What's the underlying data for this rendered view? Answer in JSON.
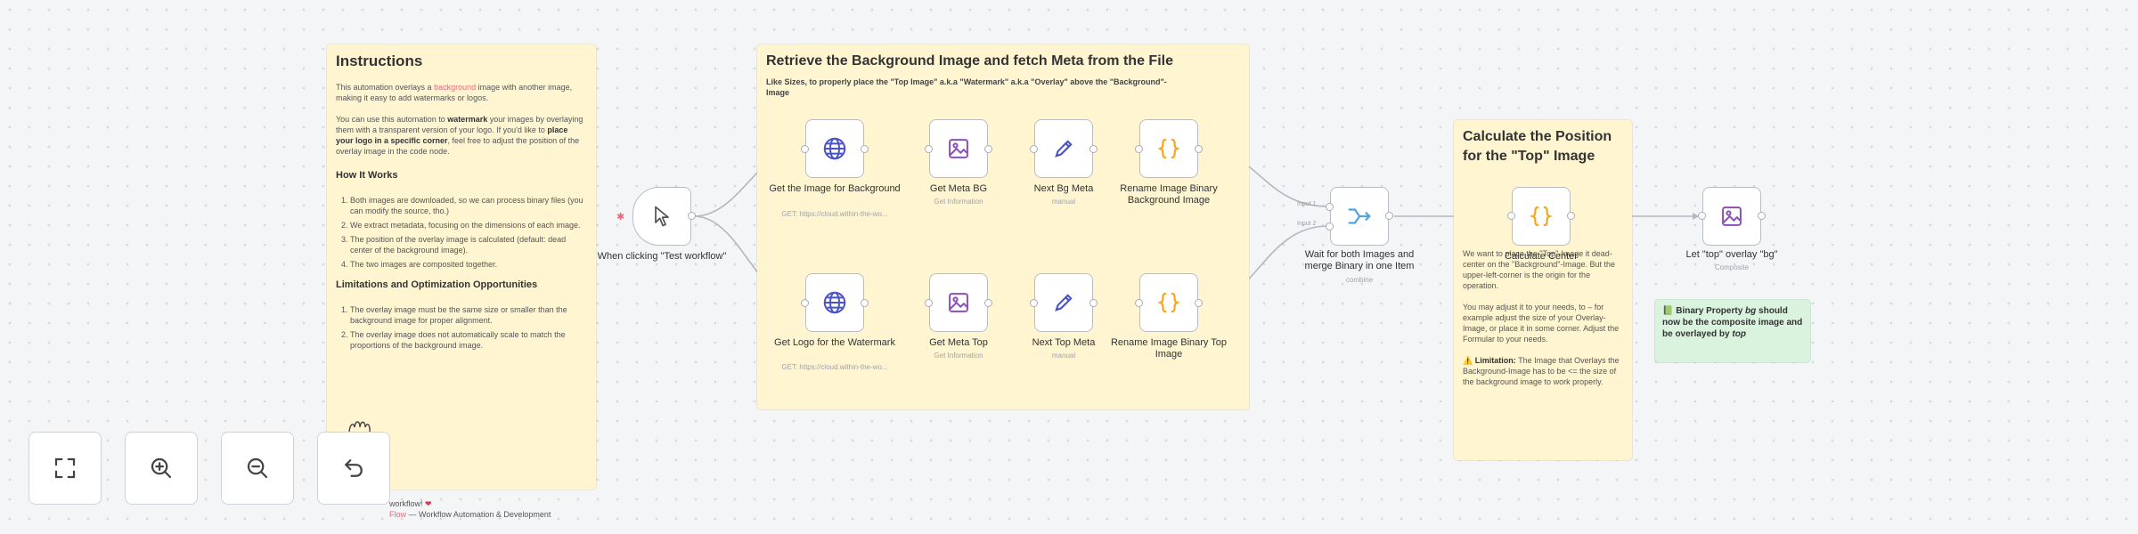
{
  "instructions": {
    "title": "Instructions",
    "p1_a": "This automation overlays a ",
    "p1_link": "background",
    "p1_b": " image with another image, making it easy to add watermarks or logos.",
    "p2_a": "You can use this automation to ",
    "p2_bold1": "watermark",
    "p2_b": " your images by overlaying them with a transparent version of your logo. If you'd like to ",
    "p2_bold2": "place your logo in a specific corner",
    "p2_c": ", feel free to adjust the position of the overlay image in the code node.",
    "how_title": "How It Works",
    "how_items": [
      "Both images are downloaded, so we can process binary files (you can modify the source, tho.)",
      "We extract metadata, focusing on the dimensions of each image.",
      "The position of the overlay image is calculated (default: dead center of the background image).",
      "The two images are composited together."
    ],
    "lim_title": "Limitations and Optimization Opportunities",
    "lim_items": [
      "The overlay image must be the same size or smaller than the background image for proper alignment.",
      "The overlay image does not automatically scale to match the proportions of the background image."
    ],
    "footer_a": "workflow! ",
    "footer_heart": "❤",
    "footer_link": "Flow",
    "footer_b": " — Workflow Automation & Development"
  },
  "retrieve": {
    "title": "Retrieve the Background Image and fetch Meta from the File",
    "subtitle": "Like Sizes, to properly place the \"Top Image\" a.k.a \"Watermark\" a.k.a \"Overlay\" above the \"Background\"-Image"
  },
  "calc": {
    "title": "Calculate the Position for the \"Top\" Image",
    "p1": "We want to place the \"Top\"-Image it dead-center on the \"Background\"-Image. But the upper-left-corner is the origin for the operation.",
    "p2": "You may adjust it to your needs, to – for example adjust the size of your Overlay-Image, or place it in some corner. Adjust the Formular to your needs.",
    "lim_icon": "⚠️",
    "lim_label": "Limitation:",
    "lim_text": " The Image that Overlays the Background-Image has to be <= the size of the background image to work properly."
  },
  "note": {
    "icon": "📗",
    "text_a": "Binary Property ",
    "text_em": "bg",
    "text_b": " should now be the composite image and be overlayed by ",
    "text_em2": "top"
  },
  "nodes": {
    "trigger": {
      "label": "When clicking \"Test workflow\"",
      "icon": "cursor-icon"
    },
    "get_bg": {
      "label": "Get the Image for Background",
      "sub": "GET: https://cloud.within-the-wo...",
      "icon": "globe-icon"
    },
    "meta_bg": {
      "label": "Get Meta BG",
      "sub": "Get Information",
      "icon": "image-icon"
    },
    "next_bg": {
      "label": "Next Bg Meta",
      "sub": "manual",
      "icon": "pencil-icon"
    },
    "rename_bg": {
      "label": "Rename Image Binary Background Image",
      "icon": "code-braces-icon"
    },
    "get_logo": {
      "label": "Get Logo for the Watermark",
      "sub": "GET: https://cloud.within-the-wo...",
      "icon": "globe-icon"
    },
    "meta_top": {
      "label": "Get Meta Top",
      "sub": "Get Information",
      "icon": "image-icon"
    },
    "next_top": {
      "label": "Next Top Meta",
      "sub": "manual",
      "icon": "pencil-icon"
    },
    "rename_top": {
      "label": "Rename Image Binary Top Image",
      "icon": "code-braces-icon"
    },
    "merge": {
      "label": "Wait for both Images and merge Binary in one Item",
      "sub": "combine",
      "input1": "Input 1",
      "input2": "Input 2",
      "icon": "merge-icon"
    },
    "calc_center": {
      "label": "Calculate Center",
      "icon": "code-braces-icon"
    },
    "overlay": {
      "label": "Let \"top\" overlay \"bg\"",
      "sub": "Composite",
      "icon": "image-icon"
    }
  },
  "toolbar": {
    "fit": "fit-view-icon",
    "zoom_in": "zoom-in-icon",
    "zoom_out": "zoom-out-icon",
    "reset": "undo-icon"
  },
  "colors": {
    "sticky_yellow": "#fff5d1",
    "sticky_green": "#d9f3df",
    "http_blue": "#4a52c7",
    "image_purple": "#8b4fb9",
    "code_orange": "#f5a623",
    "merge_blue": "#4fa3e0",
    "accent_pink": "#e56a7c"
  }
}
